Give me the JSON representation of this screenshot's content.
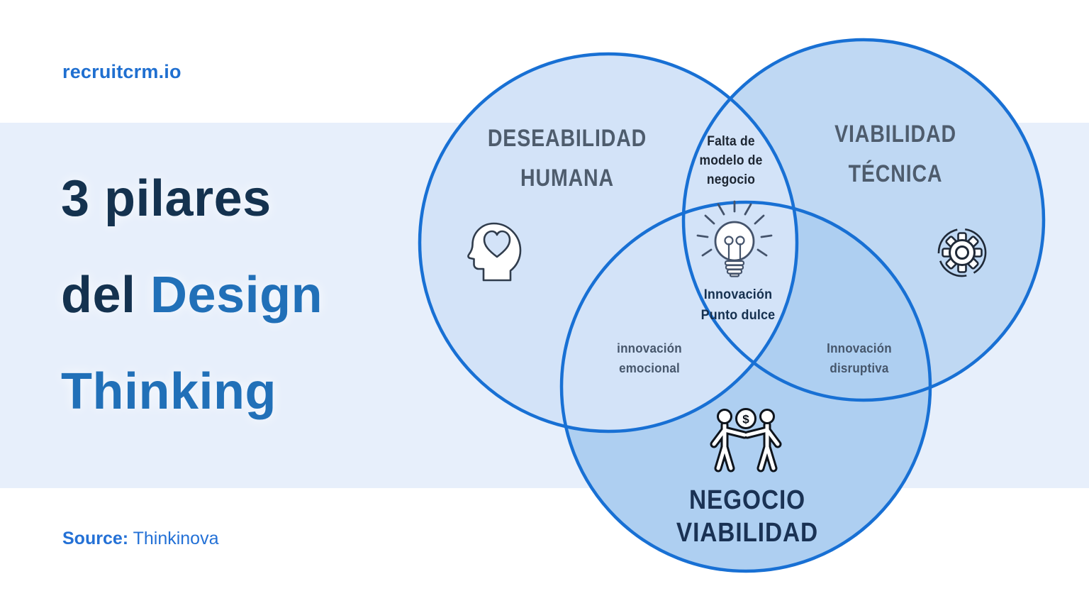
{
  "brand": {
    "logo_text": "recruitcrm.io"
  },
  "heading": {
    "line1": "3 pilares",
    "line2_prefix": "del ",
    "line2_accent": "Design",
    "line3_accent": "Thinking"
  },
  "source": {
    "label": "Source:",
    "name": "Thinkinova"
  },
  "diagram": {
    "left_circle": {
      "icon": "head-heart-icon",
      "label": [
        "DESEABILIDAD",
        "HUMANA"
      ]
    },
    "right_circle": {
      "icon": "gear-icon",
      "label": [
        "VIABILIDAD",
        "TÉCNICA"
      ]
    },
    "bottom_circle": {
      "icon": "handshake-money-icon",
      "coin_symbol": "$",
      "label": [
        "NEGOCIO",
        "VIABILIDAD"
      ]
    },
    "top_overlap": {
      "label": [
        "Falta de",
        "modelo de",
        "negocio"
      ]
    },
    "center_overlap": {
      "icon": "lightbulb-icon",
      "label": [
        "Innovación",
        "Punto dulce"
      ]
    },
    "left_overlap": {
      "label": [
        "innovación",
        "emocional"
      ]
    },
    "right_overlap": {
      "label": [
        "Innovación",
        "disruptiva"
      ]
    }
  },
  "colors": {
    "circle_stroke_blue": "#1870d4",
    "circle_left_fill": "#d3e3f8",
    "circle_right_fill": "#bfd8f3",
    "circle_bottom_fill": "#aecff1",
    "band_background": "#e7effb",
    "brand_blue": "#1f6fd0",
    "title_navy": "#14324f",
    "title_blue": "#2170b8",
    "heading_slate": "#4e5c6d",
    "dark_label_navy": "#15304f",
    "source_blue": "#2471d6"
  }
}
